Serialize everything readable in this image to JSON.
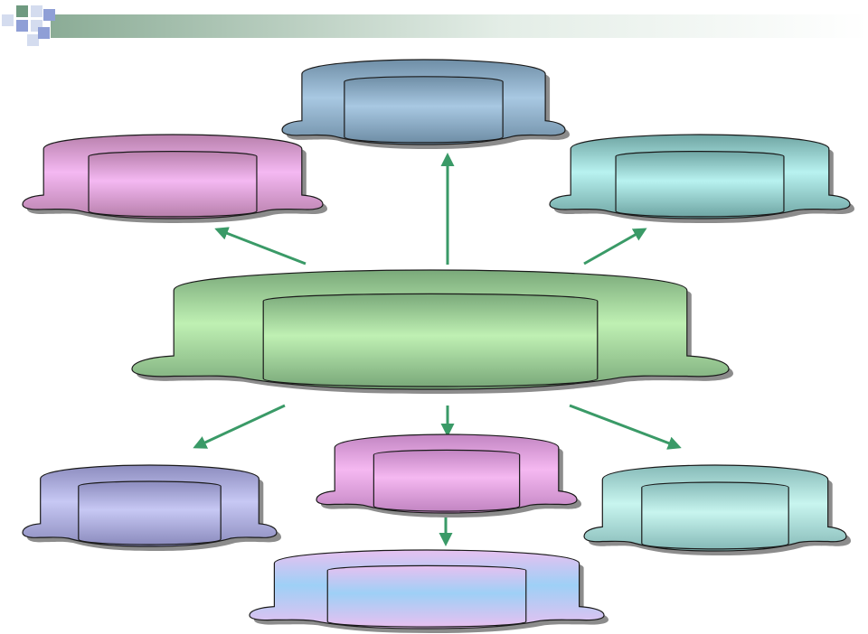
{
  "theme": {
    "header_gradient": [
      "#8bac96",
      "#e3ede6",
      "#ffffff"
    ],
    "corner_colors": [
      "#6f9a80",
      "#d4dcef",
      "#8f9fd6"
    ],
    "arrow_color": "#3a9a67",
    "shadow_color": "#8c8c8c",
    "outline_color": "#1a1a1a"
  },
  "nodes": [
    {
      "id": "node-top",
      "colors": [
        "#6f8ea6",
        "#a8c8e2"
      ],
      "text": ""
    },
    {
      "id": "node-upper-left",
      "colors": [
        "#b880ac",
        "#f4b8f2"
      ],
      "text": ""
    },
    {
      "id": "node-upper-right",
      "colors": [
        "#6fa5a3",
        "#b8f2f0"
      ],
      "text": ""
    },
    {
      "id": "node-center",
      "colors": [
        "#7aa97a",
        "#bff0b3"
      ],
      "text": ""
    },
    {
      "id": "node-lower-left",
      "colors": [
        "#8c8cbe",
        "#c7c8f4"
      ],
      "text": ""
    },
    {
      "id": "node-lower-middle",
      "colors": [
        "#c285c2",
        "#f5b8f1"
      ],
      "text": ""
    },
    {
      "id": "node-lower-right",
      "colors": [
        "#86bab8",
        "#c8f5ef"
      ],
      "text": ""
    },
    {
      "id": "node-bottom",
      "colors": [
        "#e7c0f0",
        "#9ed0f6"
      ],
      "text": ""
    }
  ],
  "arrows": [
    {
      "id": "arrow-to-top"
    },
    {
      "id": "arrow-to-upper-left"
    },
    {
      "id": "arrow-to-upper-right"
    },
    {
      "id": "arrow-to-lower-left"
    },
    {
      "id": "arrow-to-lower-middle"
    },
    {
      "id": "arrow-to-lower-right"
    },
    {
      "id": "arrow-to-bottom"
    }
  ]
}
